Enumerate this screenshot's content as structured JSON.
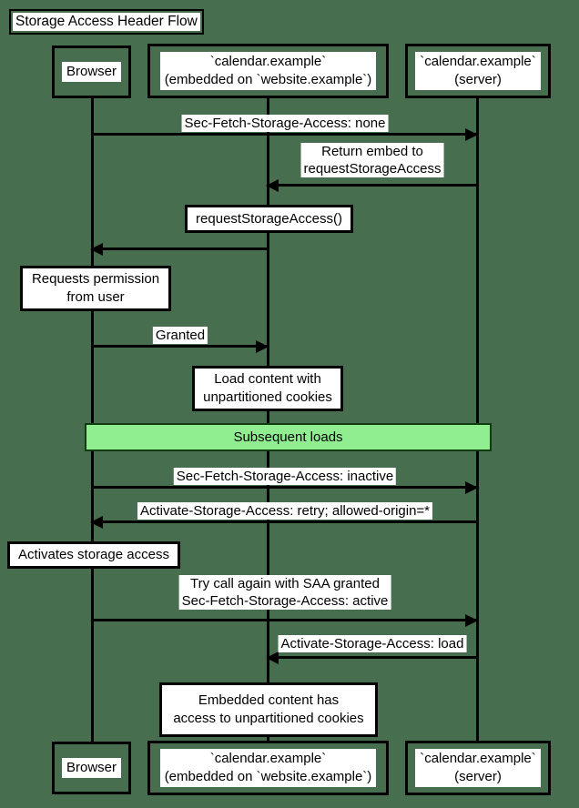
{
  "title": "Storage Access Header Flow",
  "colors": {
    "background": "#486E50",
    "line": "#000000",
    "label_bg": "#FFFFFF",
    "band_fill": "#90EE90",
    "band_border": "#103C10"
  },
  "participants": {
    "browser": {
      "label": "Browser"
    },
    "embedded": {
      "line1": "`calendar.example`",
      "line2": "(embedded on `website.example`)"
    },
    "server": {
      "line1": "`calendar.example`",
      "line2": "(server)"
    }
  },
  "messages": {
    "sec_fetch_none": {
      "text": "Sec-Fetch-Storage-Access: none",
      "from": "Browser",
      "to": "server"
    },
    "return_embed": {
      "line1": "Return embed to",
      "line2": "requestStorageAccess",
      "from": "server",
      "to": "embedded"
    },
    "granted": {
      "text": "Granted",
      "from": "Browser",
      "to": "embedded"
    },
    "sec_fetch_inactive": {
      "text": "Sec-Fetch-Storage-Access: inactive",
      "from": "Browser",
      "to": "server"
    },
    "activate_retry": {
      "text": "Activate-Storage-Access: retry; allowed-origin=*",
      "from": "server",
      "to": "Browser"
    },
    "try_again": {
      "line1": "Try call again with SAA granted",
      "line2": "Sec-Fetch-Storage-Access: active",
      "from": "Browser",
      "to": "server"
    },
    "activate_load": {
      "text": "Activate-Storage-Access: load",
      "from": "server",
      "to": "embedded"
    }
  },
  "notes": {
    "request_storage_access": {
      "text": "requestStorageAccess()"
    },
    "requests_permission": {
      "line1": "Requests permission",
      "line2": "from user"
    },
    "load_content": {
      "line1": "Load content with",
      "line2": "unpartitioned cookies"
    },
    "activates_storage": {
      "text": "Activates storage access"
    },
    "embedded_access": {
      "line1": "Embedded content has",
      "line2": "access to unpartitioned cookies"
    }
  },
  "band": {
    "label": "Subsequent loads"
  }
}
